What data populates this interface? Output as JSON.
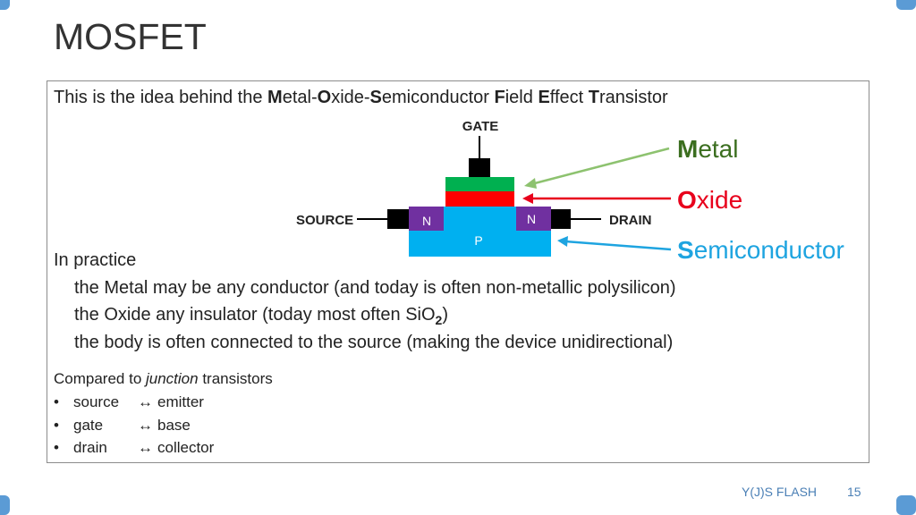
{
  "slide": {
    "title": "MOSFET",
    "intro": {
      "prefix": "This is the idea behind the ",
      "w1_bold": "M",
      "w1_rest": "etal-",
      "w2_bold": "O",
      "w2_rest": "xide-",
      "w3_bold": "S",
      "w3_rest": "emiconductor ",
      "w4_bold": "F",
      "w4_rest": "ield ",
      "w5_bold": "E",
      "w5_rest": "ffect ",
      "w6_bold": "T",
      "w6_rest": "ransistor"
    },
    "practice": {
      "heading": "In practice",
      "line1": "the Metal may be any conductor (and today is often non-metallic polysilicon)",
      "line2_prefix": "the Oxide any insulator (today most often SiO",
      "line2_sub": "2",
      "line2_suffix": ")",
      "line3": "the body is often connected to the source (making the device unidirectional)"
    },
    "compared": {
      "prefix": "Compared to ",
      "italic": "junction",
      "suffix": " transistors",
      "items": [
        {
          "bullet": "•",
          "term": "source",
          "arrow": "↔",
          "equiv": "emitter"
        },
        {
          "bullet": "•",
          "term": "gate",
          "arrow": "↔",
          "equiv": "base"
        },
        {
          "bullet": "•",
          "term": "drain",
          "arrow": "↔",
          "equiv": "collector"
        }
      ]
    },
    "footer": {
      "left": "Y(J)S  FLASH",
      "page": "15"
    }
  },
  "diagram": {
    "gate_label": "GATE",
    "source_label": "SOURCE",
    "drain_label": "DRAIN",
    "n_left": "N",
    "n_right": "N",
    "p_label": "P",
    "metal": {
      "bold": "M",
      "rest": "etal",
      "color": "#70ad47"
    },
    "oxide": {
      "bold": "O",
      "rest": "xide",
      "color": "#e8001c"
    },
    "semi": {
      "bold": "S",
      "rest": "emiconductor",
      "color": "#1ea4e0"
    },
    "colors": {
      "metal_layer": "#00b050",
      "oxide_layer": "#ff0000",
      "substrate": "#00b0f0",
      "n_region": "#7030a0",
      "contact": "#000000",
      "metal_text_dark": "#3b6e1f"
    }
  }
}
